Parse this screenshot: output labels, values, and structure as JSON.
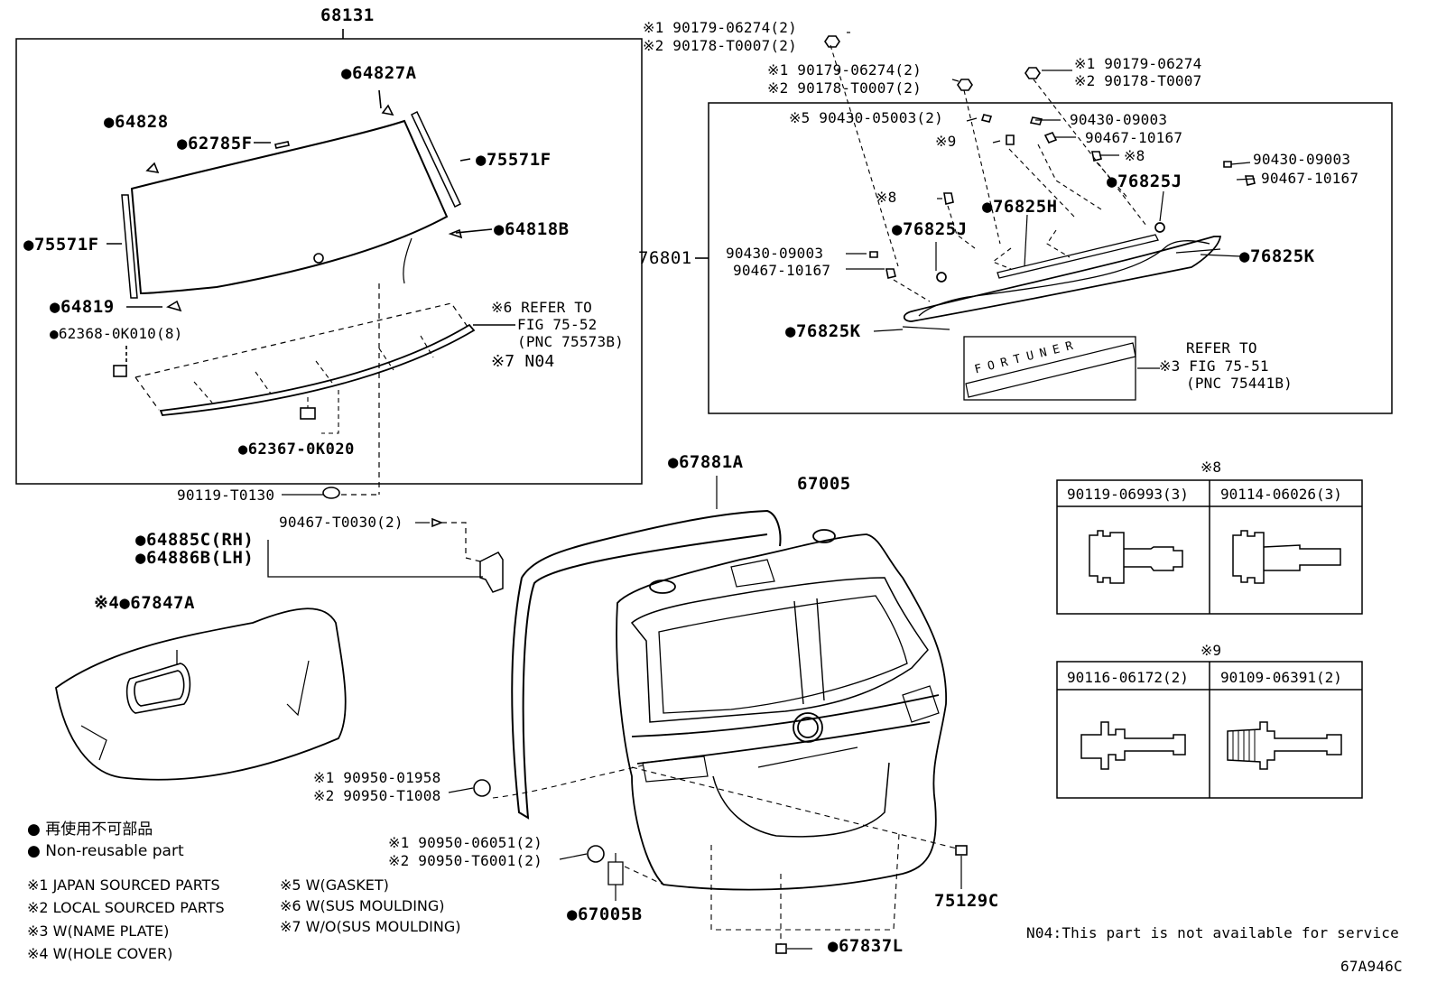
{
  "top_group": {
    "label": "68131"
  },
  "callouts": {
    "c64827A": "●64827A",
    "c64828": "●64828",
    "c62785F": "●62785F",
    "c75571F_r": "●75571F",
    "c75571F_l": "●75571F",
    "c64818B": "●64818B",
    "c64819": "●64819",
    "c62368": "●62368-0K010(8)",
    "c62367": "●62367-0K020",
    "ref6_a": "※6 REFER TO",
    "ref6_b": "FIG 75-52",
    "ref6_c": "(PNC 75573B)",
    "ref7": "※7 N04",
    "c90119T0130": "90119-T0130",
    "c90467T0030": "90467-T0030(2)",
    "c64885C": "●64885C(RH)",
    "c64886B": "●64886B(LH)",
    "c67847A": "※4●67847A",
    "c67881A": "●67881A",
    "c67005": "67005",
    "c90950_1a": "※1 90950-01958",
    "c90950_1b": "※2 90950-T1008",
    "c90950_2a": "※1 90950-06051(2)",
    "c90950_2b": "※2 90950-T6001(2)",
    "c67005B": "●67005B",
    "c75129C": "75129C",
    "c67837L": "●67837L",
    "t1a": "※1 90179-06274(2)",
    "t1b": "※2 90178-T0007(2)",
    "t2a": "※1 90179-06274(2)",
    "t2b": "※2 90178-T0007(2)",
    "t3a": "※1 90179-06274",
    "t3b": "※2 90178-T0007",
    "m5": "※5 90430-05003(2)",
    "m9": "※9",
    "m90430_a": "90430-09003",
    "m90467_a": "90467-10167",
    "m8a": "※8",
    "m90430_b": "90430-09003",
    "m90467_b": "90467-10167",
    "m8b": "※8",
    "m76825J_a": "●76825J",
    "m76825H": "●76825H",
    "m76825J_b": "●76825J",
    "m90430_c": "90430-09003",
    "m90467_c": "90467-10167",
    "m76825K_a": "●76825K",
    "m76825K_b": "●76825K",
    "m76801": "76801",
    "ref3_a": "REFER TO",
    "ref3_b": "※3 FIG 75-51",
    "ref3_c": "(PNC 75441B)",
    "nameplate": "FORTUNER"
  },
  "table8": {
    "title": "※8",
    "col1": "90119-06993(3)",
    "col2": "90114-06026(3)"
  },
  "table9": {
    "title": "※9",
    "col1": "90116-06172(2)",
    "col2": "90109-06391(2)"
  },
  "legend": {
    "l1": "● 再使用不可部品",
    "l2": "● Non-reusable part",
    "n1": "※1  JAPAN SOURCED PARTS",
    "n2": "※2  LOCAL SOURCED PARTS",
    "n3": "※3  W(NAME PLATE)",
    "n4": "※4  W(HOLE COVER)",
    "n5": "※5  W(GASKET)",
    "n6": "※6  W(SUS MOULDING)",
    "n7": "※7  W/O(SUS MOULDING)"
  },
  "note": "N04:This part is not available for service",
  "code": "67A946C"
}
